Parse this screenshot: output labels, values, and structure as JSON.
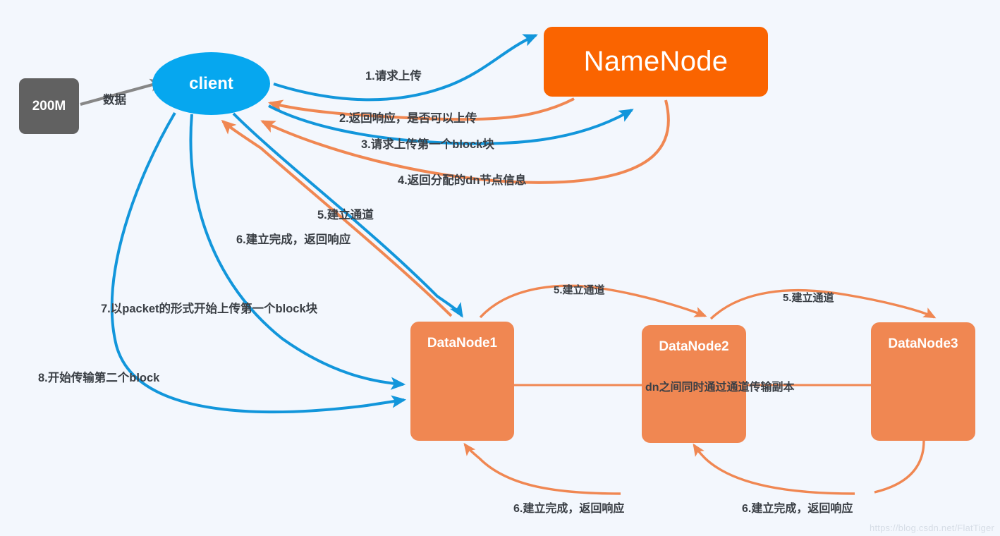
{
  "diagram": {
    "title": "HDFS write (upload) data flow",
    "background_color": "#f3f7fd",
    "watermark": "https://blog.csdn.net/FlatTiger"
  },
  "nodes": {
    "source": {
      "label": "200M",
      "color": "#616161",
      "shape": "rounded-rect"
    },
    "client": {
      "label": "client",
      "color": "#06a7ef",
      "shape": "ellipse"
    },
    "namenode": {
      "label": "NameNode",
      "color": "#fa6400",
      "shape": "rounded-rect"
    },
    "datanodes": [
      {
        "label": "DataNode1",
        "color": "#f08752"
      },
      {
        "label": "DataNode2",
        "color": "#f08752"
      },
      {
        "label": "DataNode3",
        "color": "#f08752"
      }
    ]
  },
  "edge_labels": {
    "data": "数据",
    "step1": "1.请求上传",
    "step2": "2.返回响应，是否可以上传",
    "step3": "3.请求上传第一个block块",
    "step4": "4.返回分配的dn节点信息",
    "step5_client": "5.建立通道",
    "step6_client": "6.建立完成，返回响应",
    "step7": "7.以packet的形式开始上传第一个block块",
    "step8": "8.开始传输第二个block",
    "step5_dn1_dn2": "5.建立通道",
    "step5_dn2_dn3": "5.建立通道",
    "step6_dn2_dn1": "6.建立完成，返回响应",
    "step6_dn3_dn2": "6.建立完成，返回响应",
    "dn_replica": "dn之间同时通过通道传输副本"
  },
  "colors": {
    "blue_arrow": "#1296db",
    "orange_arrow": "#f08752",
    "gray_arrow": "#878787",
    "label_text": "#3a3f45",
    "namenode_fill": "#fa6400",
    "datanode_fill": "#f08752",
    "client_fill": "#06a7ef",
    "source_fill": "#616161"
  }
}
